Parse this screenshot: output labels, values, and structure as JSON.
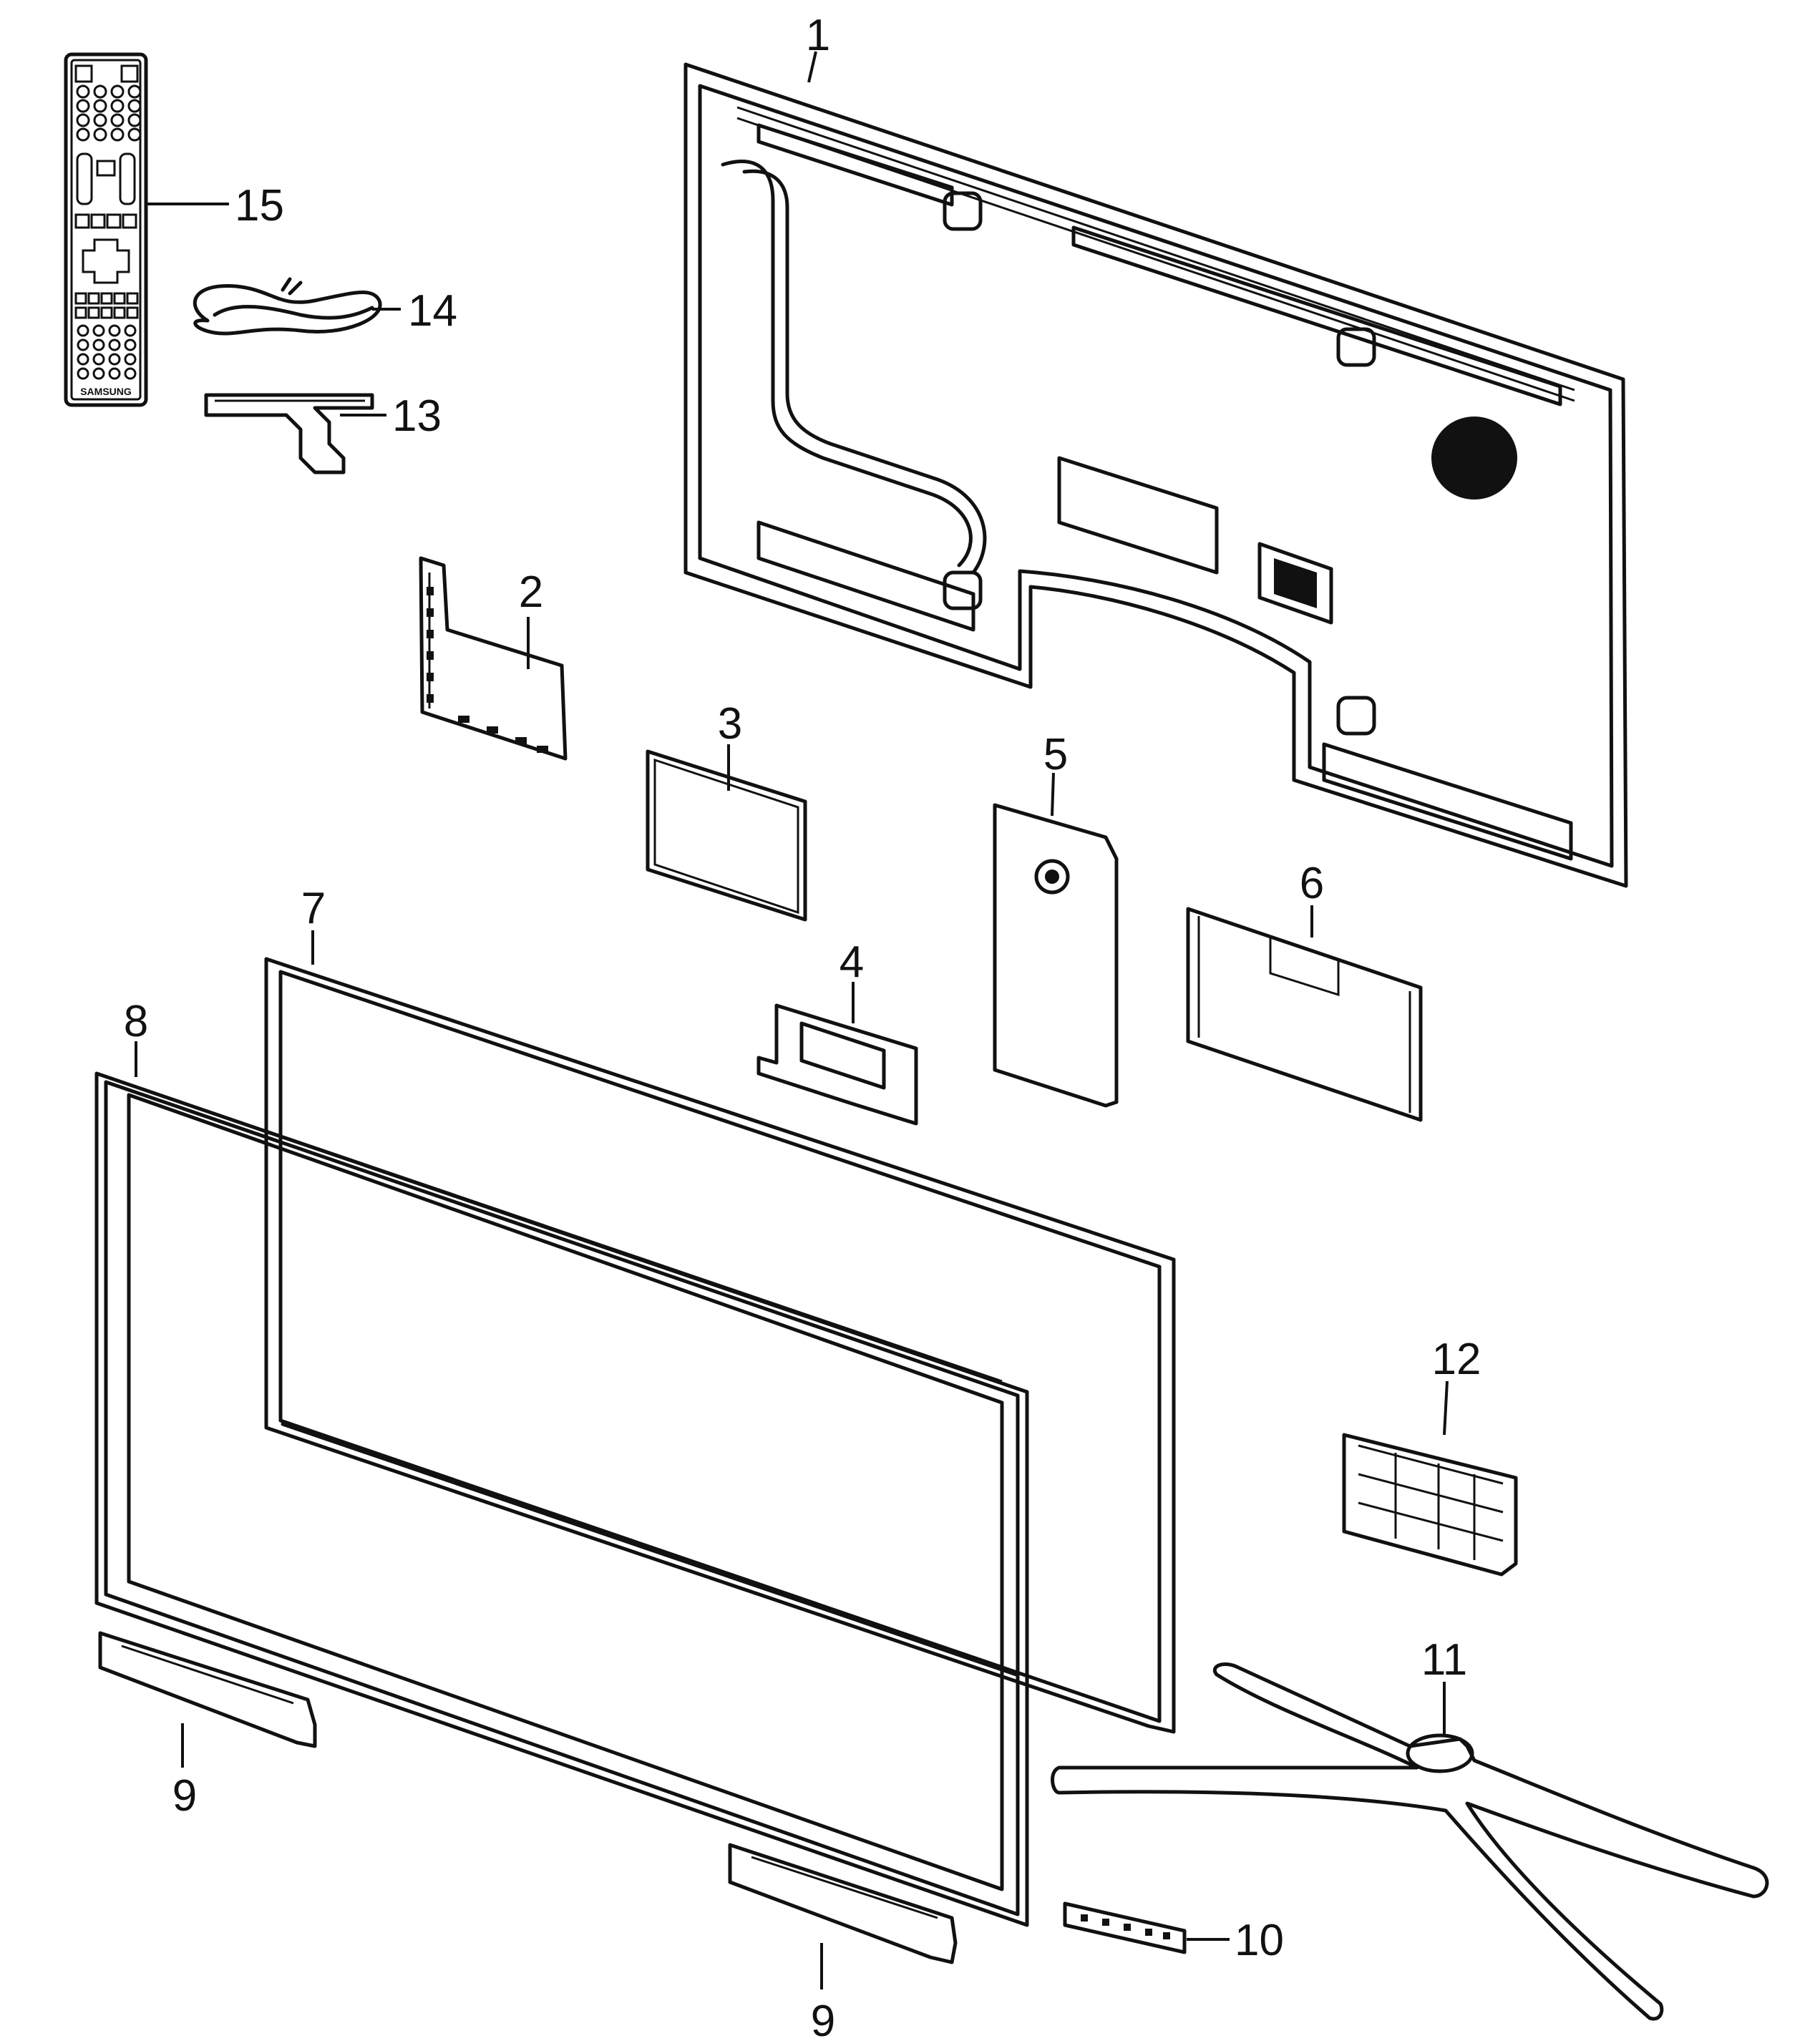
{
  "callouts": {
    "c1": "1",
    "c2": "2",
    "c3": "3",
    "c4": "4",
    "c5": "5",
    "c6": "6",
    "c7": "7",
    "c8": "8",
    "c9a": "9",
    "c9b": "9",
    "c10": "10",
    "c11": "11",
    "c12": "12",
    "c13": "13",
    "c14": "14",
    "c15": "15"
  },
  "remote": {
    "brand": "SAMSUNG"
  },
  "colors": {
    "ink": "#111111",
    "background": "#ffffff"
  }
}
